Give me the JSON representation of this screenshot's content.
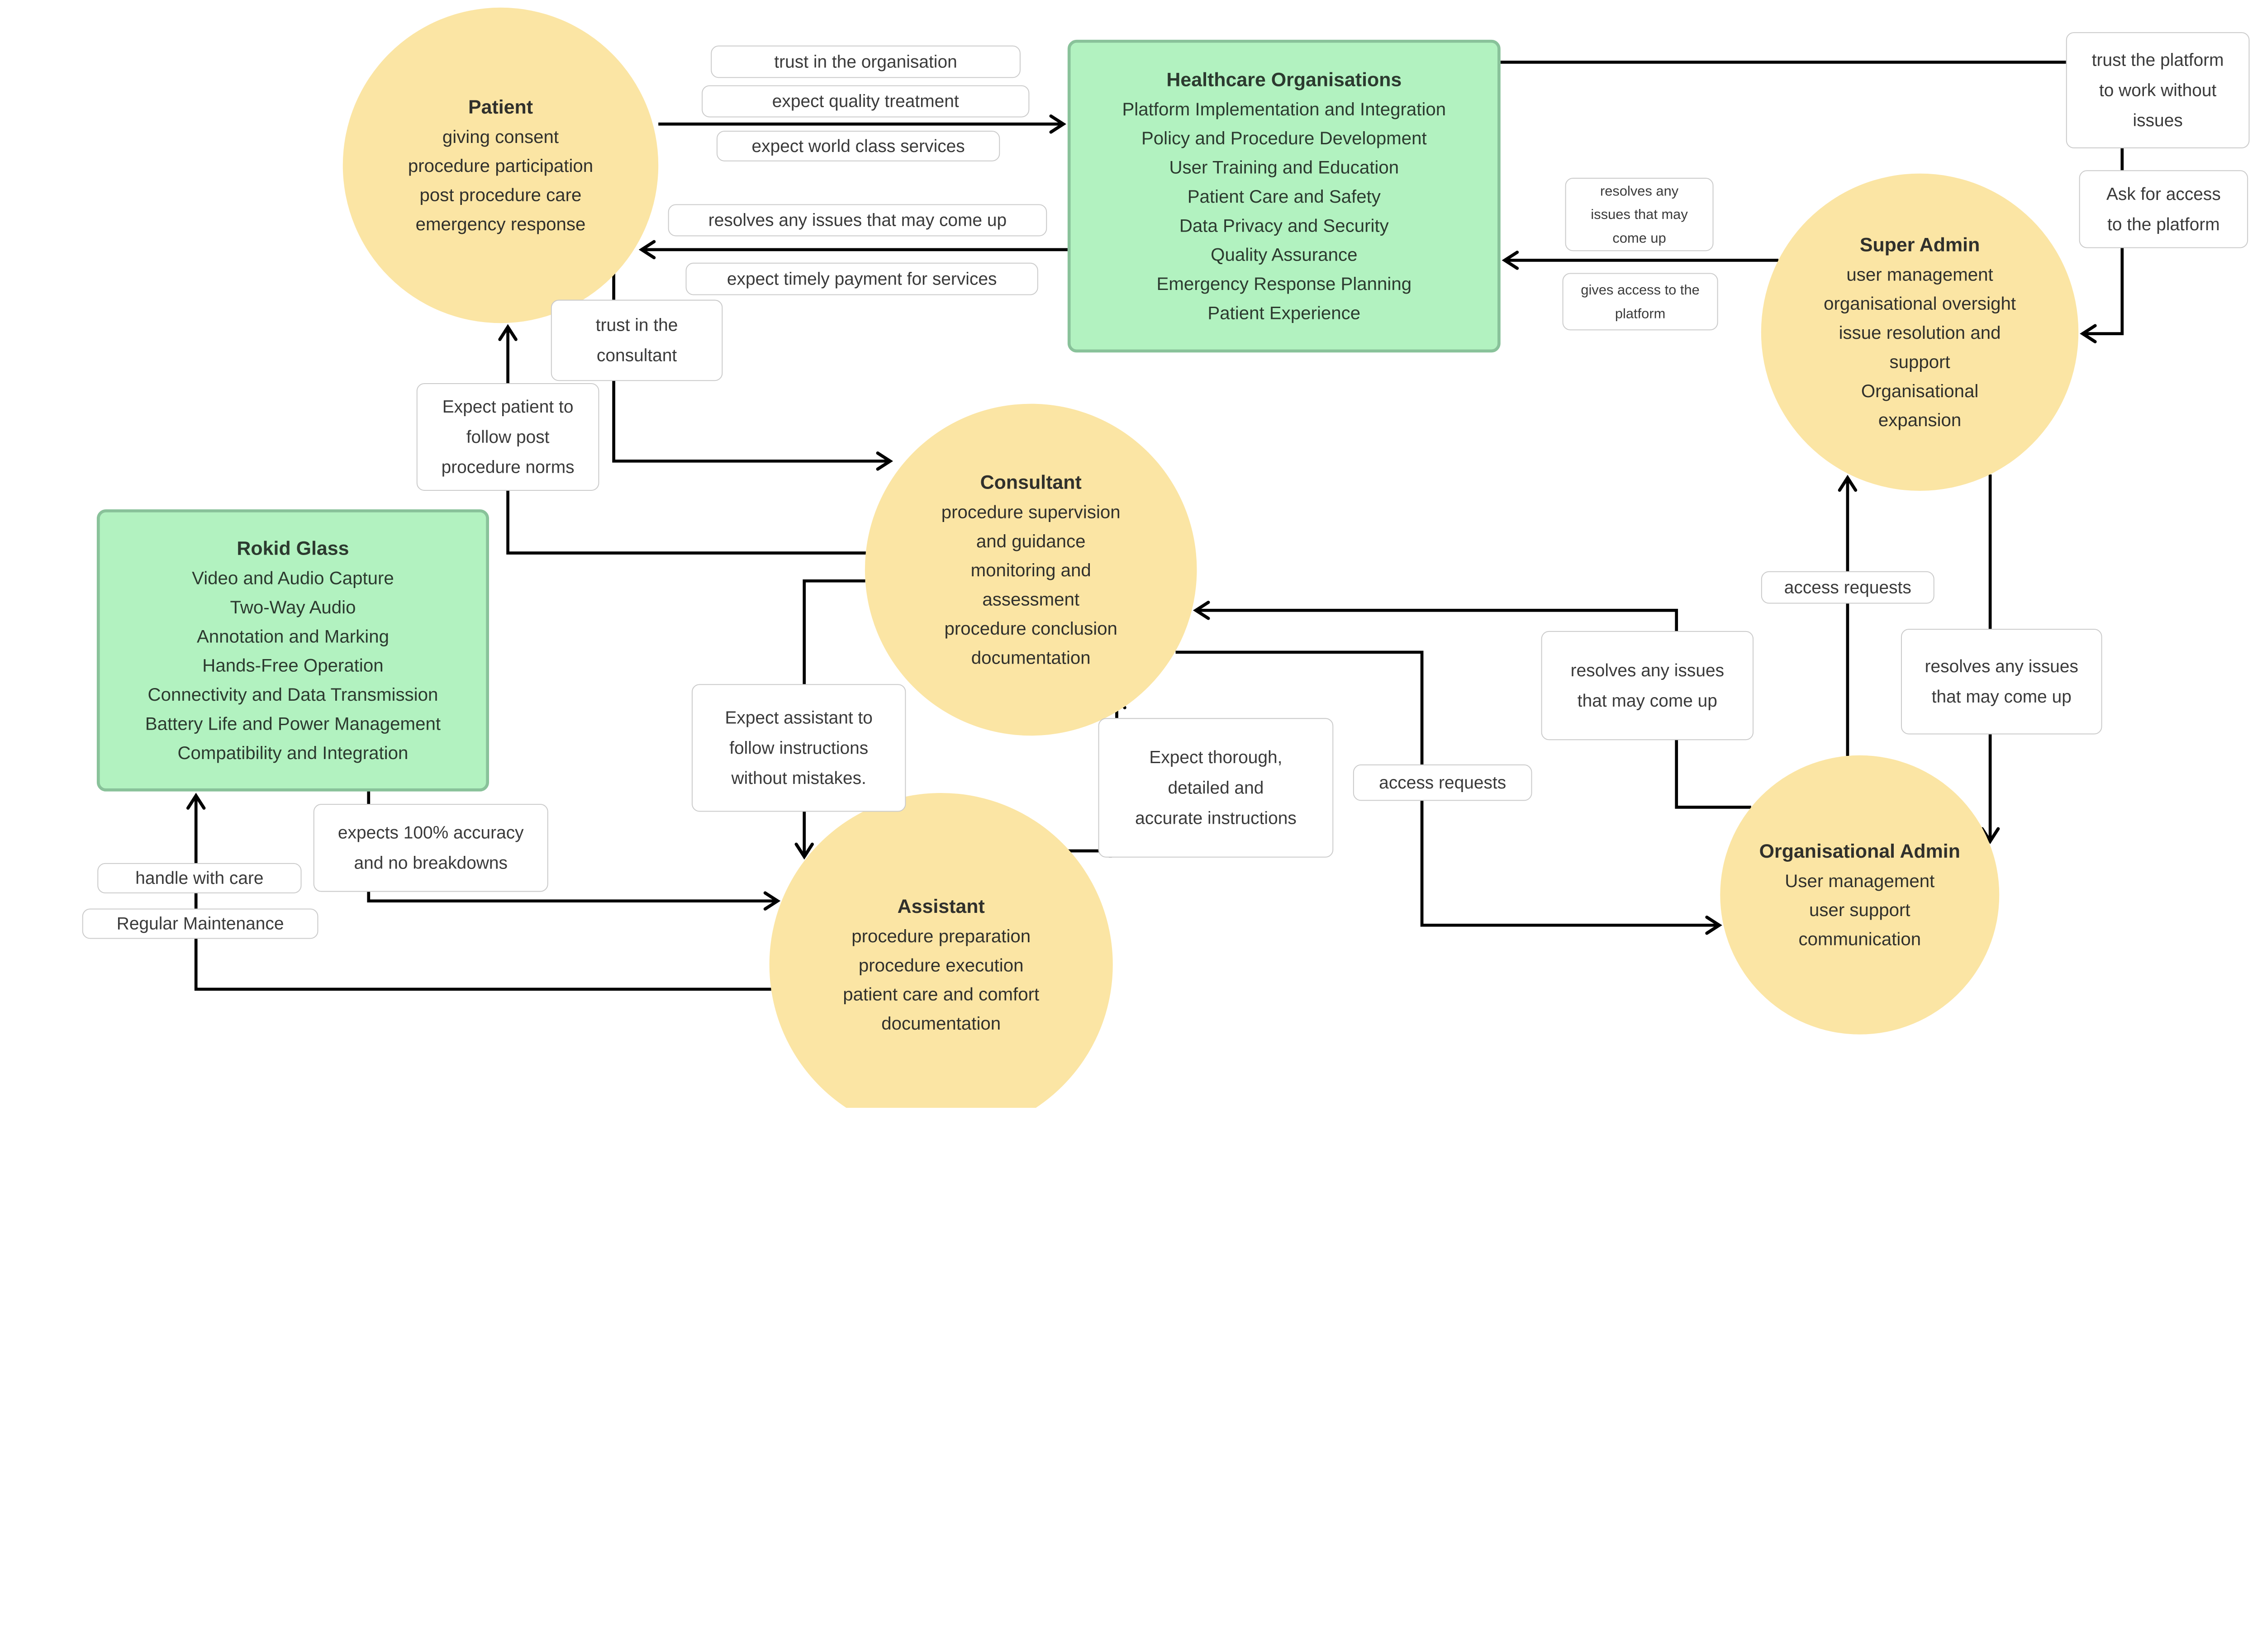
{
  "diagram_title": "Rokid Glass healthcare platform stakeholder expectation diagram",
  "colors": {
    "node_yellow": "#FBE5A4",
    "node_green_fill": "#B2F2C0",
    "node_green_border": "#89C29A",
    "label_border": "#CBCBCB",
    "arrow": "#000000",
    "text": "#30302C"
  },
  "nodes": {
    "patient": {
      "title": "Patient",
      "lines": [
        "giving consent",
        "procedure participation",
        "post procedure care",
        "emergency response"
      ]
    },
    "healthcare": {
      "title": "Healthcare Organisations",
      "lines": [
        "Platform Implementation and Integration",
        "Policy and Procedure Development",
        "User Training and Education",
        "Patient Care and Safety",
        "Data Privacy and Security",
        "Quality Assurance",
        "Emergency Response Planning",
        "Patient Experience"
      ]
    },
    "super_admin": {
      "title": "Super Admin",
      "lines": [
        "user management",
        "organisational oversight",
        "issue resolution and",
        "support",
        "Organisational",
        "expansion"
      ]
    },
    "consultant": {
      "title": "Consultant",
      "lines": [
        "procedure supervision",
        "and guidance",
        "monitoring and",
        "assessment",
        "procedure conclusion",
        "documentation"
      ]
    },
    "rokid": {
      "title": "Rokid Glass",
      "lines": [
        "Video and Audio Capture",
        "Two-Way Audio",
        "Annotation and Marking",
        "Hands-Free Operation",
        "Connectivity and Data Transmission",
        "Battery Life and Power Management",
        "Compatibility and Integration"
      ]
    },
    "assistant": {
      "title": "Assistant",
      "lines": [
        "procedure preparation",
        "procedure execution",
        "patient care and comfort",
        "documentation"
      ]
    },
    "org_admin": {
      "title": "Organisational Admin",
      "lines": [
        "User management",
        "user support",
        "communication"
      ]
    }
  },
  "labels": {
    "trust_in_the_organisation": {
      "lines": [
        "trust in the organisation"
      ]
    },
    "expect_quality_treatment": {
      "lines": [
        "expect quality treatment"
      ]
    },
    "expect_world_class_services": {
      "lines": [
        "expect world class services"
      ]
    },
    "resolves_issues_ho_patient": {
      "lines": [
        "resolves any issues that may come up"
      ]
    },
    "expect_timely_payment": {
      "lines": [
        "expect timely payment for services"
      ]
    },
    "trust_in_the_consultant": {
      "lines": [
        "trust in the",
        "consultant"
      ]
    },
    "expect_patient_follow_norms": {
      "lines": [
        "Expect patient to",
        "follow post",
        "procedure norms"
      ]
    },
    "resolves_issues_sa_ho": {
      "lines": [
        "resolves any",
        "issues that may",
        "come up"
      ]
    },
    "gives_access_platform": {
      "lines": [
        "gives access to the",
        "platform"
      ]
    },
    "trust_platform_no_issues": {
      "lines": [
        "trust the platform",
        "to work without",
        "issues"
      ]
    },
    "ask_for_access": {
      "lines": [
        "Ask for access",
        "to the platform"
      ]
    },
    "access_requests_oa_sa": {
      "lines": [
        "access requests"
      ]
    },
    "resolves_issues_sa_oa": {
      "lines": [
        "resolves any issues",
        "that may come up"
      ]
    },
    "resolves_issues_oa_consultant": {
      "lines": [
        "resolves any issues",
        "that may come up"
      ]
    },
    "access_requests_consultant_oa": {
      "lines": [
        "access requests"
      ]
    },
    "expect_assistant_follow": {
      "lines": [
        "Expect assistant to",
        "follow instructions",
        "without mistakes."
      ]
    },
    "expect_thorough_instructions": {
      "lines": [
        "Expect thorough,",
        "detailed and",
        "accurate instructions"
      ]
    },
    "expects_100_accuracy": {
      "lines": [
        "expects 100% accuracy",
        "and no breakdowns"
      ]
    },
    "handle_with_care": {
      "lines": [
        "handle with care"
      ]
    },
    "regular_maintenance": {
      "lines": [
        "Regular Maintenance"
      ]
    }
  }
}
